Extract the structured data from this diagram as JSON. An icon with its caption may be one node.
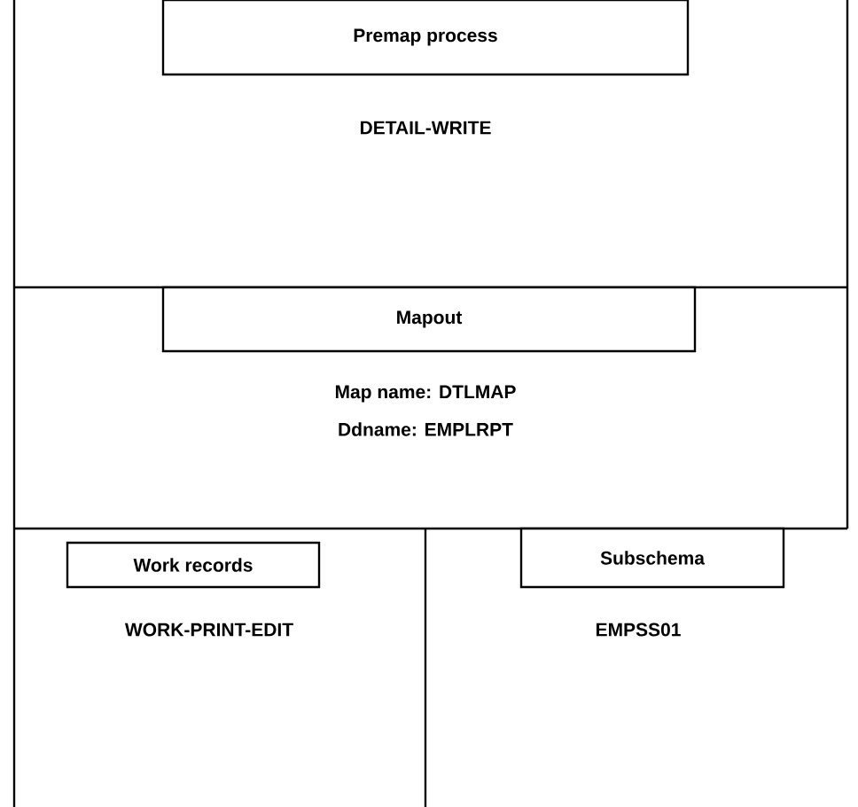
{
  "diagram": {
    "nodes": [
      {
        "text": [
          "Premap process",
          "DETAIL-WRITE"
        ]
      },
      {
        "text": [
          "Mapout",
          "Map name: DTLMAP",
          "Ddname: EMPLRPT"
        ]
      },
      {
        "text": [
          "Work records",
          "WORK-PRINT-EDIT"
        ]
      },
      {
        "text": [
          "Subschema",
          "EMPSS01"
        ]
      }
    ]
  }
}
